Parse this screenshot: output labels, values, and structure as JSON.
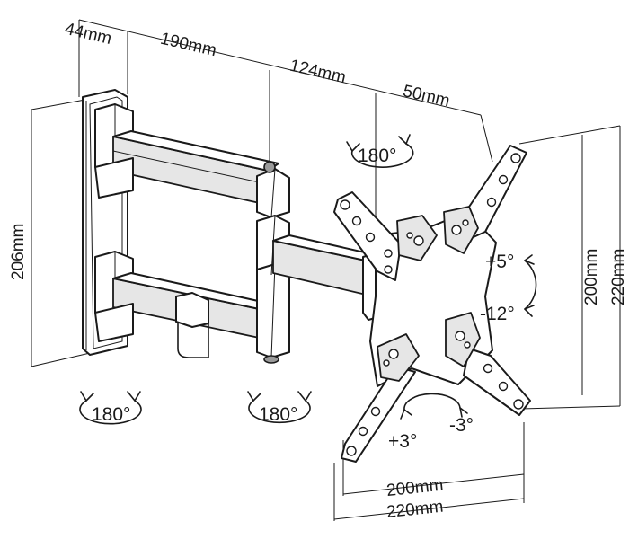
{
  "dimensions": {
    "depth_wall": "44mm",
    "arm_length_1": "190mm",
    "arm_length_2": "124mm",
    "arm_length_3": "50mm",
    "wall_plate_height": "206mm",
    "vesa_vertical_inner": "200mm",
    "vesa_vertical_outer": "220mm",
    "vesa_horizontal_inner": "200mm",
    "vesa_horizontal_outer": "220mm"
  },
  "rotations": {
    "swivel_top": "180°",
    "swivel_wall": "180°",
    "swivel_middle": "180°"
  },
  "tilt": {
    "up": "+5°",
    "down": "-12°",
    "rotate_plus": "+3°",
    "rotate_minus": "-3°"
  }
}
